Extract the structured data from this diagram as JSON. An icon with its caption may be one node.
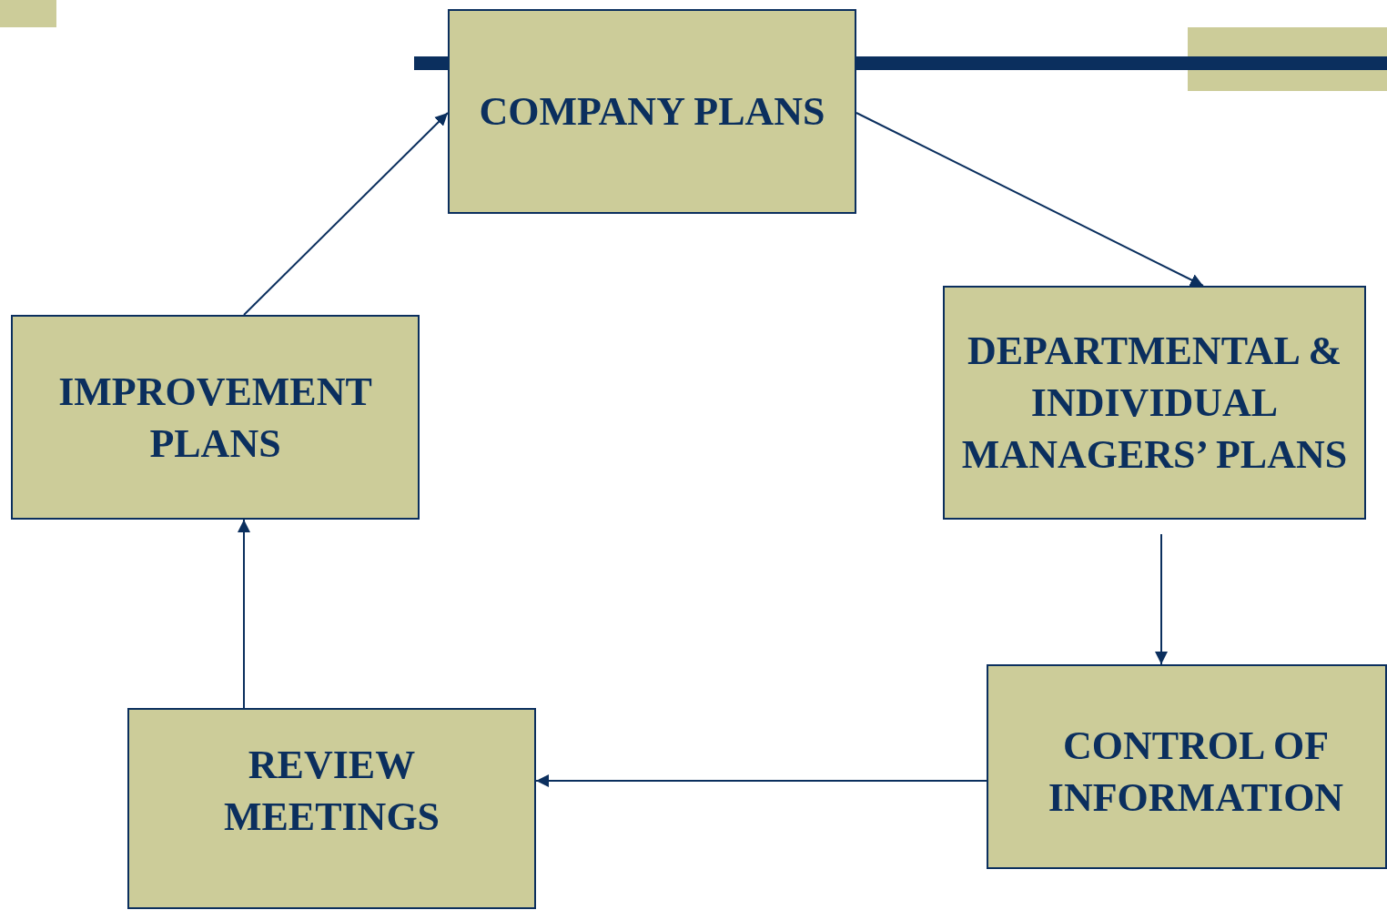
{
  "diagram": {
    "nodes": [
      {
        "text": [
          "COMPANY PLANS"
        ]
      },
      {
        "text": [
          "DEPARTMENTAL & INDIVIDUAL MANAGERS’ PLANS"
        ]
      },
      {
        "text": [
          "CONTROL OF INFORMATION"
        ]
      },
      {
        "text": [
          "REVIEW MEETINGS"
        ]
      },
      {
        "text": [
          "IMPROVEMENT PLANS"
        ]
      }
    ],
    "edges": [
      {
        "from": 0,
        "to": 1,
        "arrow": "to"
      },
      {
        "from": 1,
        "to": 2,
        "arrow": "to"
      },
      {
        "from": 2,
        "to": 3,
        "arrow": "to"
      },
      {
        "from": 3,
        "to": 4,
        "arrow": "to"
      },
      {
        "from": 4,
        "to": 0,
        "arrow": "to"
      }
    ]
  }
}
